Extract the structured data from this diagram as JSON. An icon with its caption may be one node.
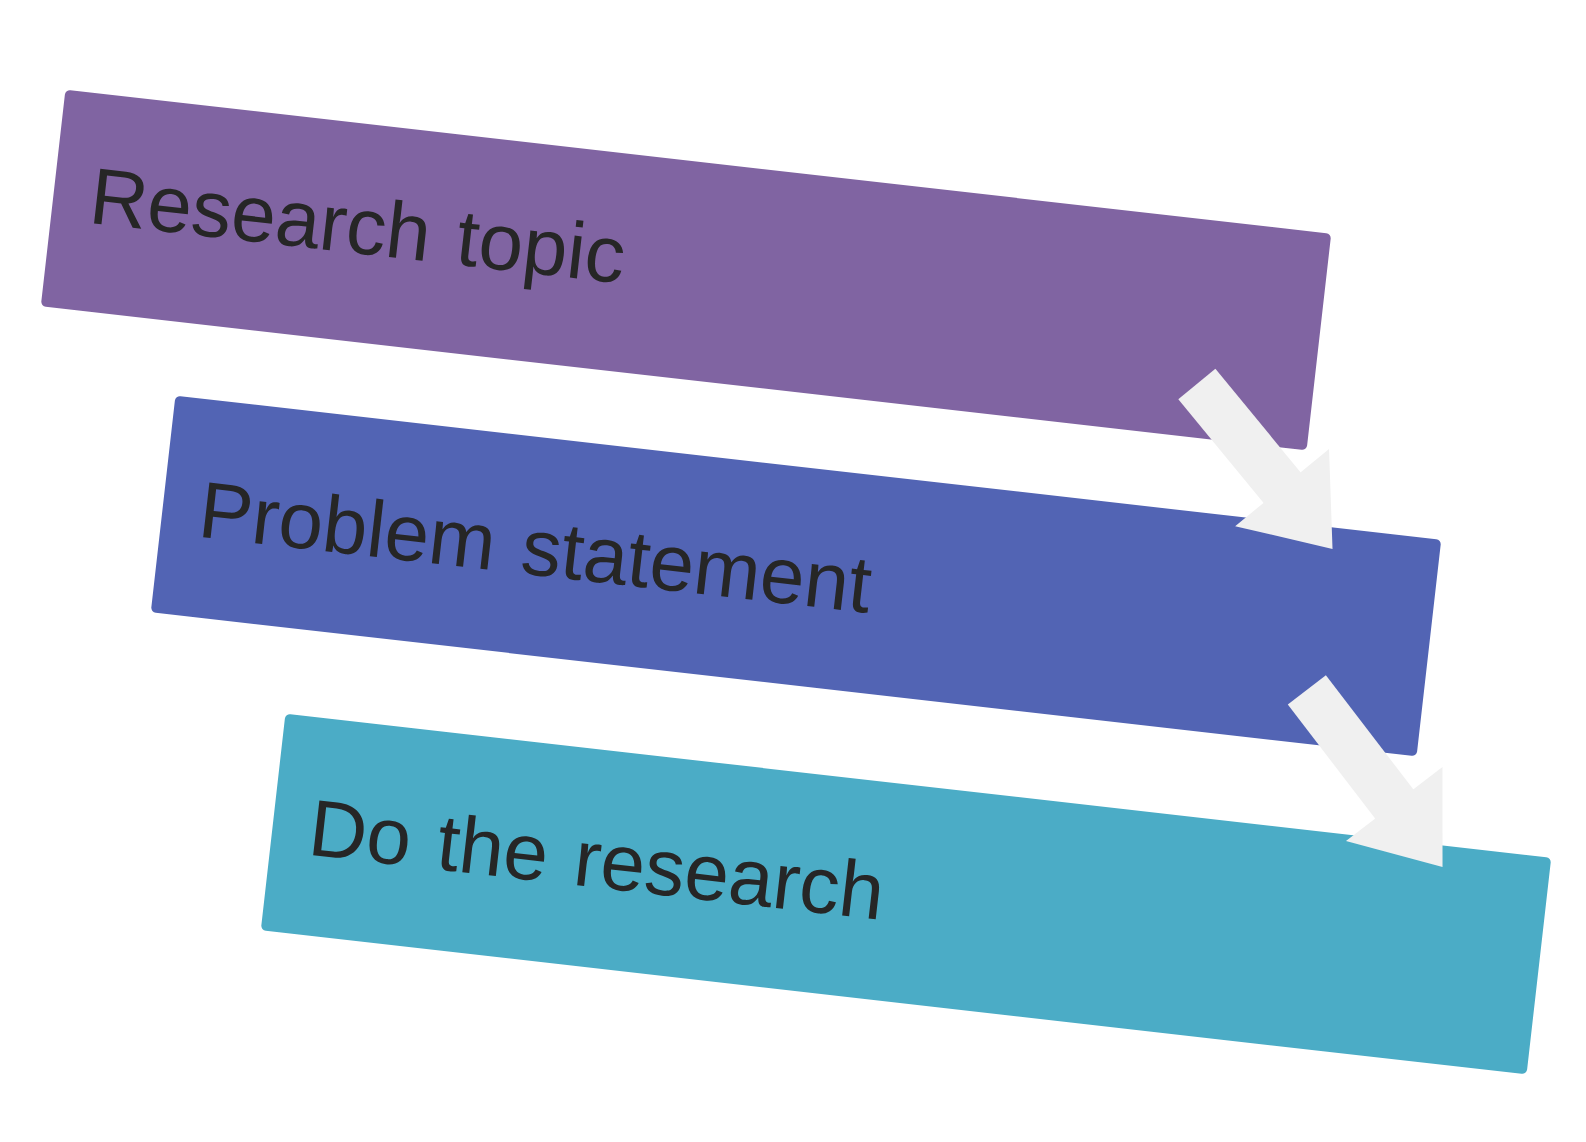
{
  "diagram": {
    "nodes": [
      {
        "text": [
          "Research topic"
        ]
      },
      {
        "text": [
          "Problem statement"
        ]
      },
      {
        "text": [
          "Do the research"
        ]
      }
    ],
    "edges": [
      {
        "from": 0,
        "to": 1,
        "arrow": "to"
      },
      {
        "from": 1,
        "to": 2,
        "arrow": "to"
      }
    ]
  }
}
